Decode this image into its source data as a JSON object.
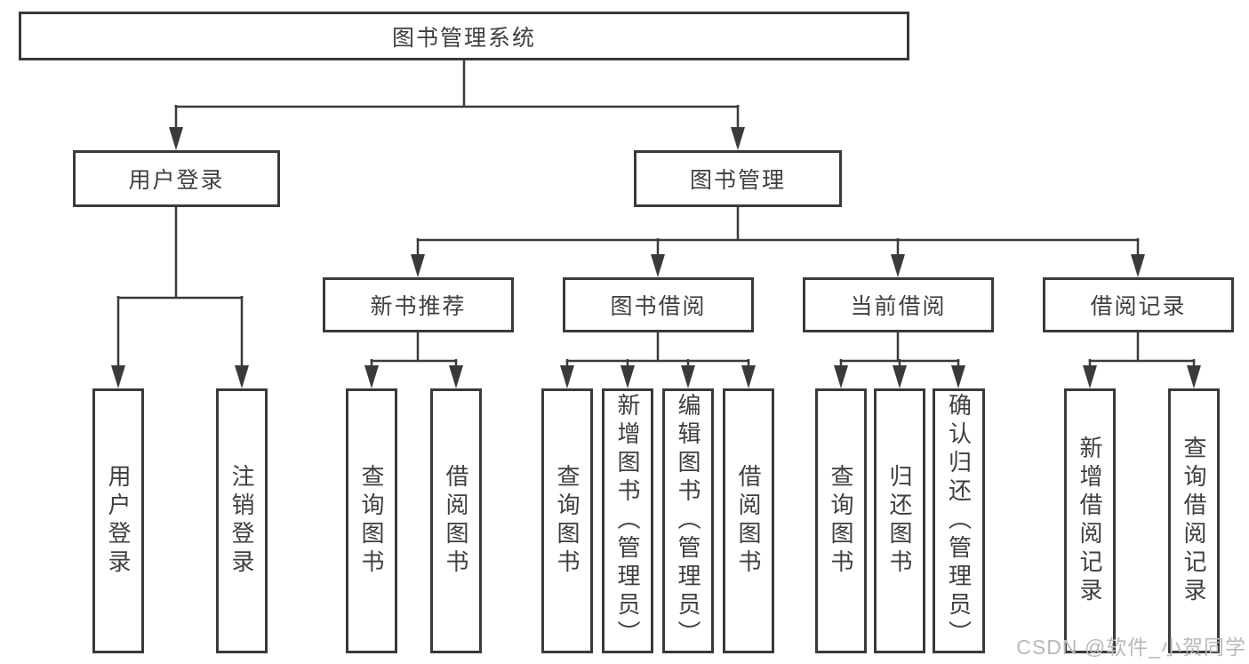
{
  "tree": {
    "root": {
      "label": "图书管理系统"
    },
    "branches": [
      {
        "label": "用户登录",
        "children": [
          {
            "label": "用户登录"
          },
          {
            "label": "注销登录"
          }
        ]
      },
      {
        "label": "图书管理",
        "children": [
          {
            "label": "新书推荐",
            "children": [
              {
                "label": "查询图书"
              },
              {
                "label": "借阅图书"
              }
            ]
          },
          {
            "label": "图书借阅",
            "children": [
              {
                "label": "查询图书"
              },
              {
                "label": "新增图书（管理员）"
              },
              {
                "label": "编辑图书（管理员）"
              },
              {
                "label": "借阅图书"
              }
            ]
          },
          {
            "label": "当前借阅",
            "children": [
              {
                "label": "查询图书"
              },
              {
                "label": "归还图书"
              },
              {
                "label": "确认归还（管理员）"
              }
            ]
          },
          {
            "label": "借阅记录",
            "children": [
              {
                "label": "新增借阅记录"
              },
              {
                "label": "查询借阅记录"
              }
            ]
          }
        ]
      }
    ]
  },
  "watermark": {
    "text": "CSDN @软件_小贺同学"
  },
  "colors": {
    "line": "#3a3a3a",
    "box_border": "#3a3a3a",
    "text": "#3f3f3f",
    "watermark": "#b9b9b9",
    "background": "#ffffff"
  }
}
